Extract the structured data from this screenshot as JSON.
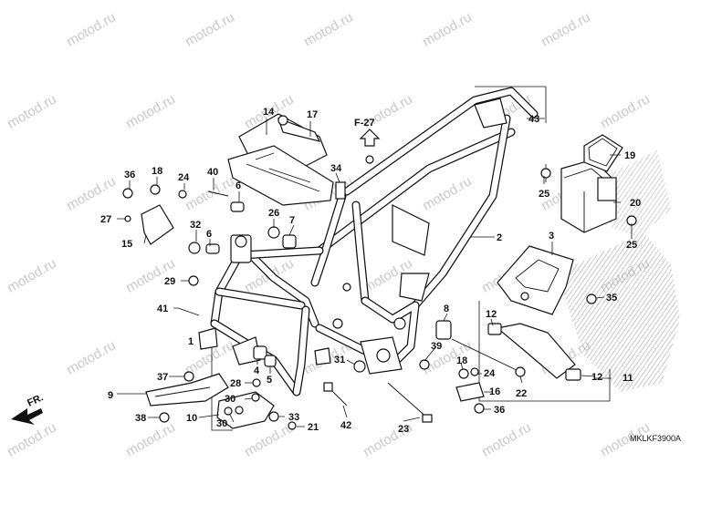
{
  "watermark": "motod.ru",
  "drawing_code": "MKLKF3900A",
  "fr_label": "FR.",
  "ref_label": "F-27",
  "callouts": [
    {
      "id": "c14",
      "text": "14"
    },
    {
      "id": "c17",
      "text": "17"
    },
    {
      "id": "c43",
      "text": "43"
    },
    {
      "id": "c19",
      "text": "19"
    },
    {
      "id": "c20",
      "text": "20"
    },
    {
      "id": "c25a",
      "text": "25"
    },
    {
      "id": "c25b",
      "text": "25"
    },
    {
      "id": "c36a",
      "text": "36"
    },
    {
      "id": "c18a",
      "text": "18"
    },
    {
      "id": "c24a",
      "text": "24"
    },
    {
      "id": "c40",
      "text": "40"
    },
    {
      "id": "c34",
      "text": "34"
    },
    {
      "id": "c27",
      "text": "27"
    },
    {
      "id": "c6a",
      "text": "6"
    },
    {
      "id": "c15",
      "text": "15"
    },
    {
      "id": "c32",
      "text": "32"
    },
    {
      "id": "c6b",
      "text": "6"
    },
    {
      "id": "c26",
      "text": "26"
    },
    {
      "id": "c7",
      "text": "7"
    },
    {
      "id": "c2",
      "text": "2"
    },
    {
      "id": "c3",
      "text": "3"
    },
    {
      "id": "c29",
      "text": "29"
    },
    {
      "id": "c35",
      "text": "35"
    },
    {
      "id": "c41",
      "text": "41"
    },
    {
      "id": "c8",
      "text": "8"
    },
    {
      "id": "c12a",
      "text": "12"
    },
    {
      "id": "c1",
      "text": "1"
    },
    {
      "id": "c39",
      "text": "39"
    },
    {
      "id": "c31",
      "text": "31"
    },
    {
      "id": "c4",
      "text": "4"
    },
    {
      "id": "c5",
      "text": "5"
    },
    {
      "id": "c37",
      "text": "37"
    },
    {
      "id": "c28",
      "text": "28"
    },
    {
      "id": "c18b",
      "text": "18"
    },
    {
      "id": "c24b",
      "text": "24"
    },
    {
      "id": "c12b",
      "text": "12"
    },
    {
      "id": "c11",
      "text": "11"
    },
    {
      "id": "c9",
      "text": "9"
    },
    {
      "id": "c16",
      "text": "16"
    },
    {
      "id": "c22",
      "text": "22"
    },
    {
      "id": "c30a",
      "text": "30"
    },
    {
      "id": "c36b",
      "text": "36"
    },
    {
      "id": "c38",
      "text": "38"
    },
    {
      "id": "c10",
      "text": "10"
    },
    {
      "id": "c30b",
      "text": "30"
    },
    {
      "id": "c33",
      "text": "33"
    },
    {
      "id": "c21",
      "text": "21"
    },
    {
      "id": "c42",
      "text": "42"
    },
    {
      "id": "c23",
      "text": "23"
    }
  ]
}
